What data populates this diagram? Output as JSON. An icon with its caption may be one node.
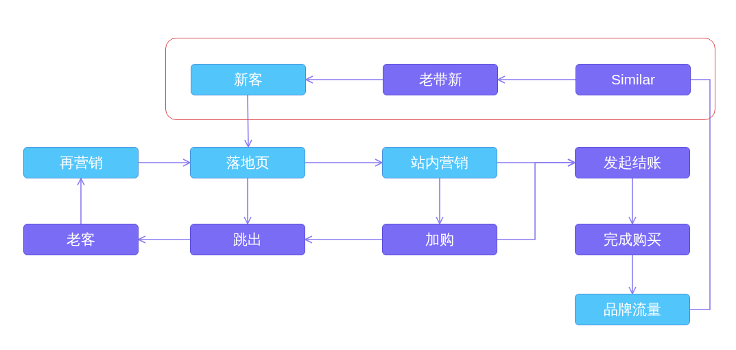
{
  "diagram": {
    "nodes": [
      {
        "text": [],
        "shape": "box"
      },
      {
        "text": [
          "新客"
        ],
        "in": 0
      },
      {
        "text": [
          "老带新"
        ],
        "in": 0
      },
      {
        "text": [
          "Similar"
        ],
        "in": 0
      },
      {
        "text": [
          "再营销"
        ]
      },
      {
        "text": [
          "落地页"
        ]
      },
      {
        "text": [
          "站内营销"
        ]
      },
      {
        "text": [
          "发起结账"
        ]
      },
      {
        "text": [
          "老客"
        ]
      },
      {
        "text": [
          "跳出"
        ]
      },
      {
        "text": [
          "加购"
        ]
      },
      {
        "text": [
          "完成购买"
        ]
      },
      {
        "text": [
          "品牌流量"
        ]
      }
    ],
    "edges": [
      {
        "from": 2,
        "to": 1,
        "arrow": "to"
      },
      {
        "from": 3,
        "to": 2,
        "arrow": "to"
      },
      {
        "from": 1,
        "to": 5,
        "arrow": "to"
      },
      {
        "from": 4,
        "to": 5,
        "arrow": "to"
      },
      {
        "from": 5,
        "to": 6,
        "arrow": "to"
      },
      {
        "from": 6,
        "to": 7,
        "arrow": "to"
      },
      {
        "from": 10,
        "to": 7,
        "arrow": "to"
      },
      {
        "from": 6,
        "to": 10,
        "arrow": "to"
      },
      {
        "from": 5,
        "to": 9,
        "arrow": "to"
      },
      {
        "from": 10,
        "to": 9,
        "arrow": "to"
      },
      {
        "from": 9,
        "to": 8,
        "arrow": "to"
      },
      {
        "from": 8,
        "to": 4,
        "arrow": "to"
      },
      {
        "from": 7,
        "to": 11,
        "arrow": "to"
      },
      {
        "from": 11,
        "to": 12,
        "arrow": "to"
      },
      {
        "from": 12,
        "to": 3,
        "arrow": "none"
      }
    ]
  }
}
